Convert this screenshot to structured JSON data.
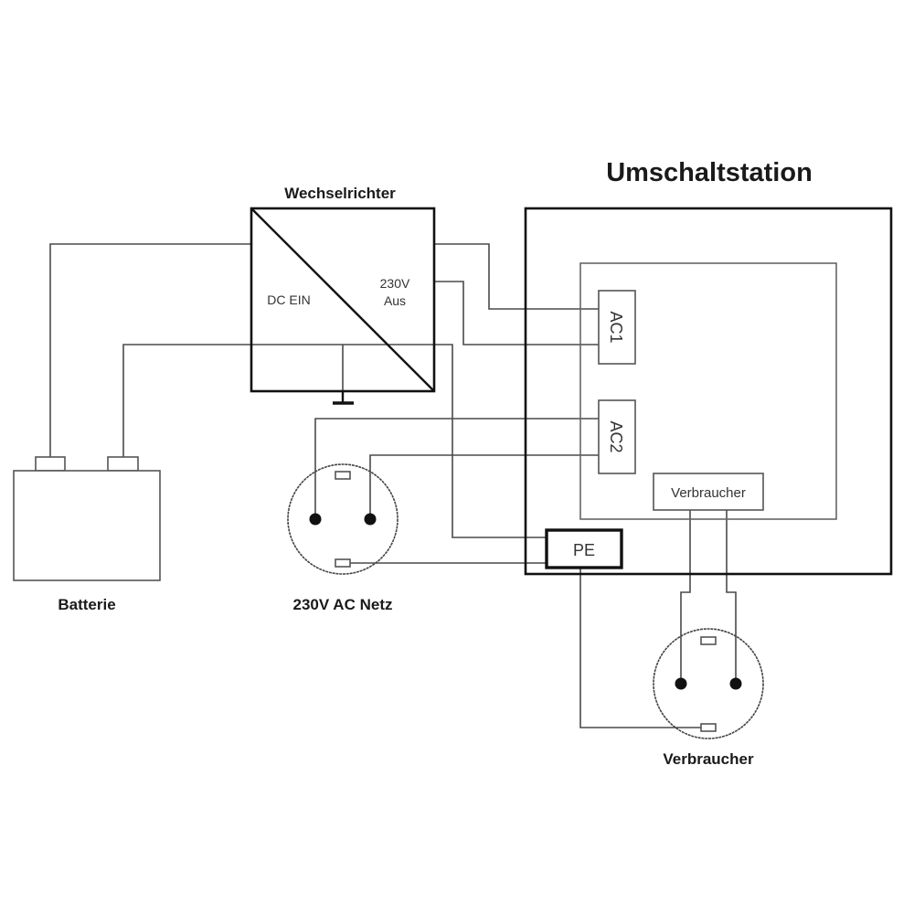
{
  "title": "Umschaltstation",
  "components": {
    "inverter": {
      "label": "Wechselrichter",
      "input_label": "DC EIN",
      "output_label_line1": "230V",
      "output_label_line2": "Aus"
    },
    "battery": {
      "label": "Batterie"
    },
    "mains_socket": {
      "label": "230V AC Netz"
    },
    "load_socket": {
      "label": "Verbraucher"
    },
    "switch_station": {
      "label": "Umschaltstation",
      "ac1_label": "AC1",
      "ac2_label": "AC2",
      "load_terminal_label": "Verbraucher",
      "pe_label": "PE"
    }
  },
  "colors": {
    "line": "#4a4a4a",
    "frame": "#111111",
    "background": "#ffffff"
  }
}
